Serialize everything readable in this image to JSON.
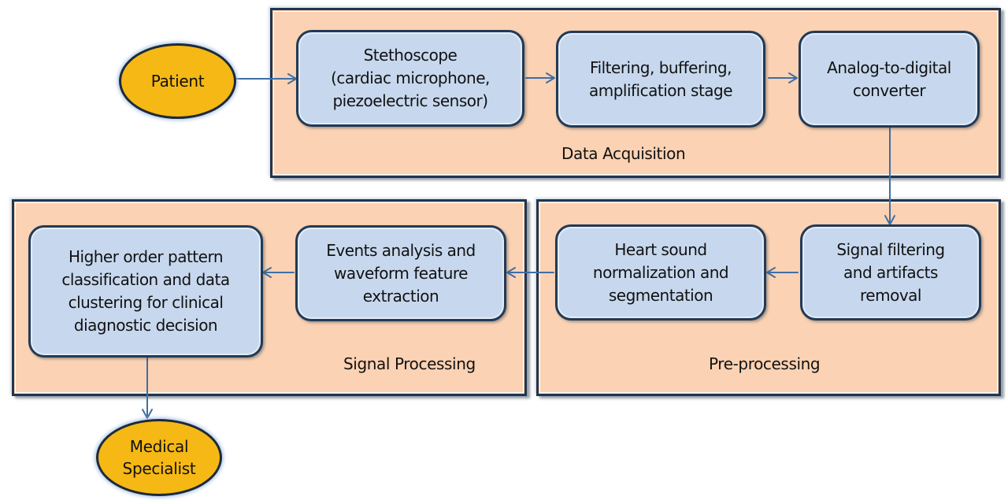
{
  "diagram": {
    "colors": {
      "panel_fill": "#fbd2b3",
      "panel_border": "#1f3550",
      "node_fill": "#c7d8ee",
      "node_border": "#223a56",
      "terminal_fill": "#f6b814",
      "arrow": "#3f6ea5"
    },
    "terminals": {
      "start": {
        "label": "Patient"
      },
      "end": {
        "label_lines": [
          "Medical",
          "Specialist"
        ]
      }
    },
    "panels": {
      "data_acquisition": {
        "label": "Data Acquisition",
        "nodes": [
          {
            "id": "stethoscope",
            "lines": [
              "Stethoscope",
              "(cardiac microphone,",
              "piezoelectric sensor)"
            ]
          },
          {
            "id": "filtering",
            "lines": [
              "Filtering, buffering,",
              "amplification stage"
            ]
          },
          {
            "id": "adc",
            "lines": [
              "Analog-to-digital",
              "converter"
            ]
          }
        ]
      },
      "pre_processing": {
        "label": "Pre-processing",
        "nodes": [
          {
            "id": "signal_filtering",
            "lines": [
              "Signal filtering",
              "and artifacts",
              "removal"
            ]
          },
          {
            "id": "normalization",
            "lines": [
              "Heart sound",
              "normalization and",
              "segmentation"
            ]
          }
        ]
      },
      "signal_processing": {
        "label": "Signal Processing",
        "nodes": [
          {
            "id": "events_analysis",
            "lines": [
              "Events analysis and",
              "waveform feature",
              "extraction"
            ]
          },
          {
            "id": "classification",
            "lines": [
              "Higher order pattern",
              "classification and data",
              "clustering for clinical",
              "diagnostic decision"
            ]
          }
        ]
      }
    },
    "edges": [
      {
        "from": "Patient",
        "to": "stethoscope"
      },
      {
        "from": "stethoscope",
        "to": "filtering"
      },
      {
        "from": "filtering",
        "to": "adc"
      },
      {
        "from": "adc",
        "to": "signal_filtering"
      },
      {
        "from": "signal_filtering",
        "to": "normalization"
      },
      {
        "from": "normalization",
        "to": "events_analysis"
      },
      {
        "from": "events_analysis",
        "to": "classification"
      },
      {
        "from": "classification",
        "to": "Medical Specialist"
      }
    ]
  }
}
